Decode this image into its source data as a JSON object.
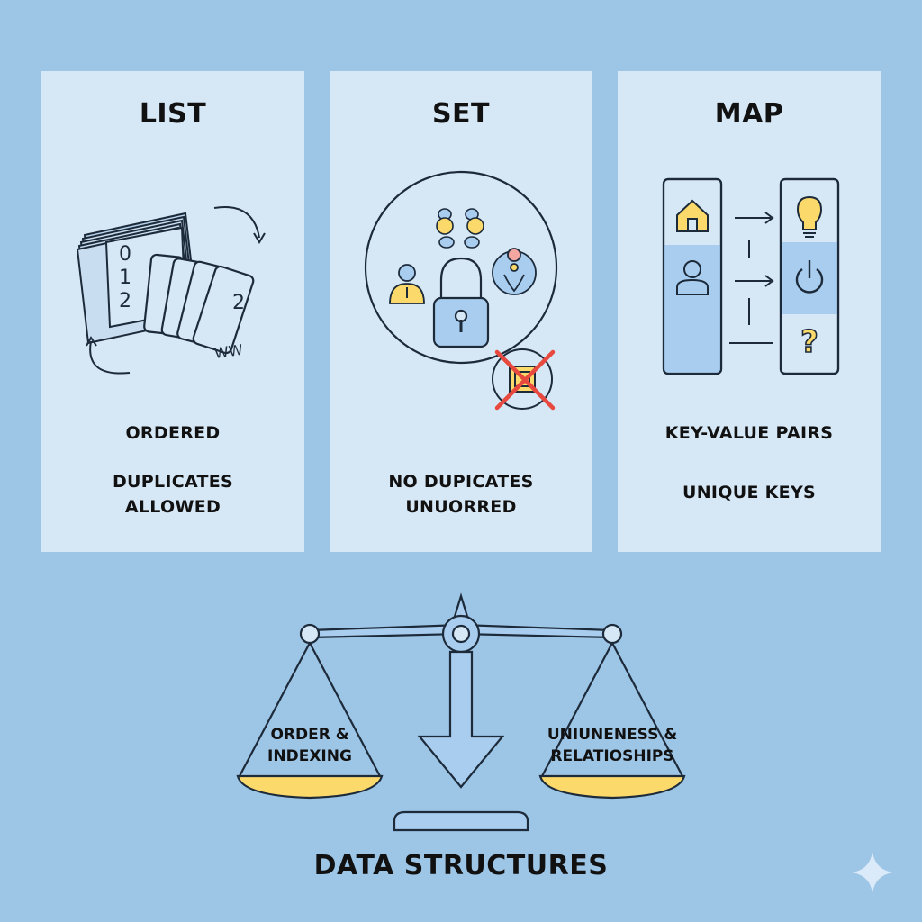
{
  "panels": {
    "list": {
      "title": "LIST",
      "line1": "ORDERED",
      "line2a": "DUPLICATES",
      "line2b": "ALLOWED",
      "card_digits": [
        "0",
        "1",
        "2"
      ],
      "card2_digit": "2",
      "card2_letters": "WW"
    },
    "set": {
      "title": "SET",
      "line1": "NO DUPICATES",
      "line2": "UNUORRED"
    },
    "map": {
      "title": "MAP",
      "line1": "KEY-VALUE PAIRS",
      "line2": "UNIQUE KEYS"
    }
  },
  "scale": {
    "left_pan_a": "ORDER &",
    "left_pan_b": "INDEXING",
    "right_pan_a": "UNIUNENESS &",
    "right_pan_b": "RELATIOSHIPS"
  },
  "footer": {
    "title": "DATA STRUCTURES"
  },
  "colors": {
    "background": "#9dc5e6",
    "panel": "#d6e7f6",
    "accent_blue": "#a9cdef",
    "accent_yellow": "#fbd96a",
    "cross_red": "#e8493f",
    "stroke": "#1c2a3a"
  },
  "icons": [
    "stacked-cards-icon",
    "cycle-arrow-icon",
    "lock-icon",
    "person-icon",
    "cross-icon",
    "house-icon",
    "lightbulb-icon",
    "power-icon",
    "question-icon",
    "balance-scale-icon",
    "sparkle-icon"
  ]
}
